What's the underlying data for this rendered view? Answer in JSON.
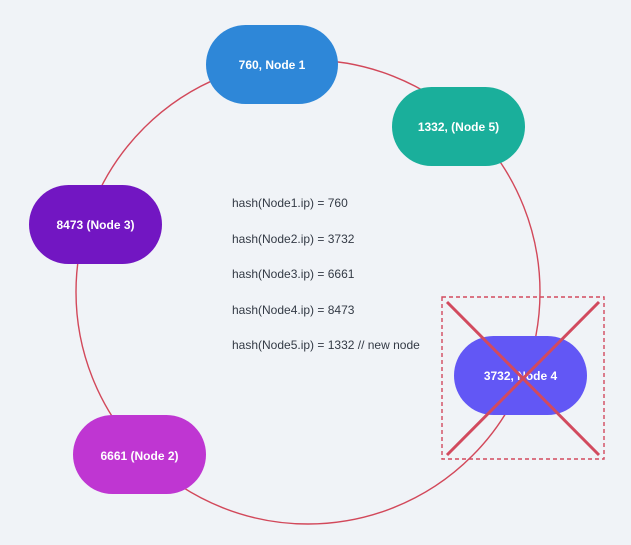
{
  "nodes": [
    {
      "id": "node1",
      "label": "760, Node 1",
      "color": "#2e87d8"
    },
    {
      "id": "node5",
      "label": "1332, (Node 5)",
      "color": "#1aaf9b"
    },
    {
      "id": "node3",
      "label": "8473 (Node 3)",
      "color": "#7216c2"
    },
    {
      "id": "node4",
      "label": "3732, Node 4",
      "color": "#6257f5",
      "removed": true
    },
    {
      "id": "node2",
      "label": "6661 (Node 2)",
      "color": "#bf36d2"
    }
  ],
  "hash_lines": [
    "hash(Node1.ip) = 760",
    "hash(Node2.ip) = 3732",
    "hash(Node3.ip) = 6661",
    "hash(Node4.ip) = 8473",
    "hash(Node5.ip) = 1332 // new node"
  ],
  "colors": {
    "ring": "#d2485a",
    "removal_mark": "#d24a5e",
    "background": "#f0f3f7"
  }
}
